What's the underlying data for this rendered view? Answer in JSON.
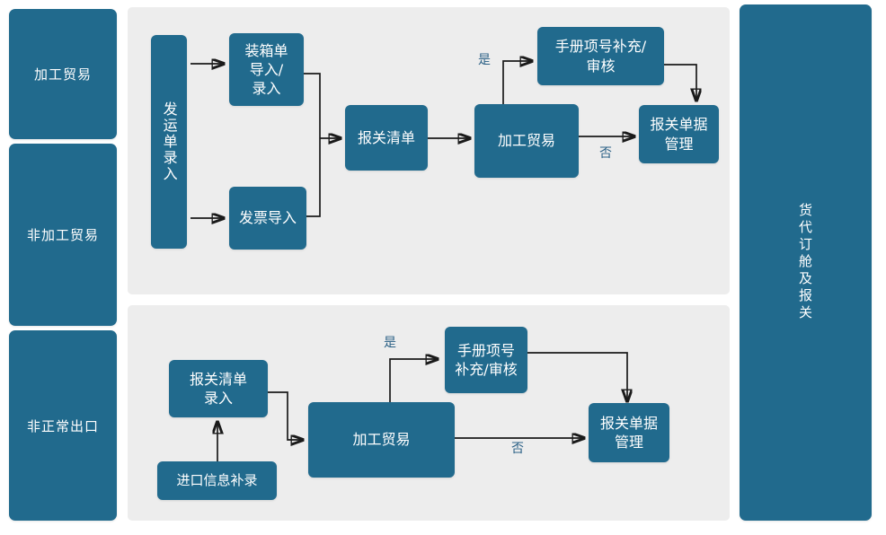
{
  "diagram": {
    "title": "货代订舱及报关",
    "accent_color": "#216A8D",
    "panel_color": "#EDEDED",
    "edge_label_color": "#2C6186",
    "arrow_color": "#1A1A1A"
  },
  "left_rails": [
    {
      "label": "加工贸易"
    },
    {
      "label": "非加工贸易"
    },
    {
      "label": "非正常出口"
    }
  ],
  "right_rail": {
    "label": "货代订舱及报关"
  },
  "flows": [
    {
      "name": "processing-trade-flow",
      "nodes": [
        {
          "id": "shipment-entry",
          "label": "发运单录入"
        },
        {
          "id": "packing-list-import",
          "label": "装箱单\n导入/\n录入"
        },
        {
          "id": "invoice-import",
          "label": "发票导入"
        },
        {
          "id": "customs-list",
          "label": "报关清单"
        },
        {
          "id": "processing-trade",
          "label": "加工贸易"
        },
        {
          "id": "manual-item-review",
          "label": "手册项号补充/\n审核"
        },
        {
          "id": "customs-doc-mgmt",
          "label": "报关单据\n管理"
        }
      ],
      "edge_labels": [
        {
          "id": "yes-top",
          "label": "是"
        },
        {
          "id": "no-top",
          "label": "否"
        }
      ]
    },
    {
      "name": "abnormal-export-flow",
      "nodes": [
        {
          "id": "customs-list-entry",
          "label": "报关清单\n录入"
        },
        {
          "id": "import-info-entry",
          "label": "进口信息补录"
        },
        {
          "id": "processing-trade-2",
          "label": "加工贸易"
        },
        {
          "id": "manual-item-review-2",
          "label": "手册项号\n补充/审核"
        },
        {
          "id": "customs-doc-mgmt-2",
          "label": "报关单据\n管理"
        }
      ],
      "edge_labels": [
        {
          "id": "yes-bottom",
          "label": "是"
        },
        {
          "id": "no-bottom",
          "label": "否"
        }
      ]
    }
  ],
  "chart_data": {
    "type": "table",
    "title": "货代订舱及报关 流程图",
    "nodes": [
      "加工贸易",
      "非加工贸易",
      "非正常出口",
      "货代订舱及报关",
      "发运单录入",
      "装箱单导入/录入",
      "发票导入",
      "报关清单",
      "手册项号补充/审核",
      "报关单据管理",
      "报关清单录入",
      "进口信息补录"
    ],
    "edges": [
      {
        "from": "发运单录入",
        "to": "装箱单导入/录入",
        "label": ""
      },
      {
        "from": "发运单录入",
        "to": "发票导入",
        "label": ""
      },
      {
        "from": "装箱单导入/录入",
        "to": "报关清单",
        "label": ""
      },
      {
        "from": "发票导入",
        "to": "报关清单",
        "label": ""
      },
      {
        "from": "报关清单",
        "to": "加工贸易",
        "label": ""
      },
      {
        "from": "加工贸易",
        "to": "手册项号补充/审核",
        "label": "是"
      },
      {
        "from": "加工贸易",
        "to": "报关单据管理",
        "label": "否"
      },
      {
        "from": "手册项号补充/审核",
        "to": "报关单据管理",
        "label": ""
      },
      {
        "from": "进口信息补录",
        "to": "报关清单录入",
        "label": ""
      },
      {
        "from": "报关清单录入",
        "to": "加工贸易",
        "label": ""
      },
      {
        "from": "加工贸易",
        "to": "手册项号补充/审核",
        "label": "是"
      },
      {
        "from": "加工贸易",
        "to": "报关单据管理",
        "label": "否"
      },
      {
        "from": "手册项号补充/审核",
        "to": "报关单据管理",
        "label": ""
      }
    ]
  }
}
